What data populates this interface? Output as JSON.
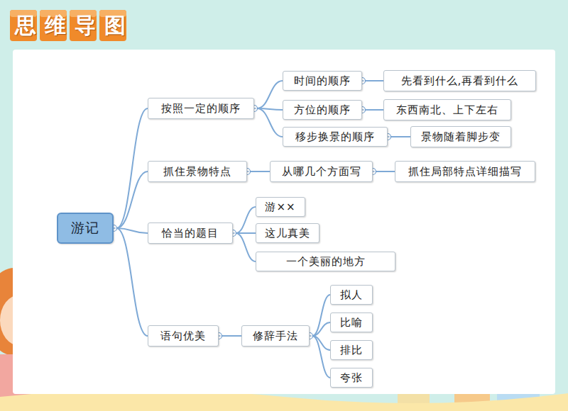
{
  "diagram": {
    "title": "思维导图",
    "nodes": [
      {
        "text": [
          "游记"
        ]
      },
      {
        "text": [
          "按照一定的顺序"
        ]
      },
      {
        "text": [
          "时间的顺序"
        ]
      },
      {
        "text": [
          "先看到什么,再看到什么"
        ]
      },
      {
        "text": [
          "方位的顺序"
        ]
      },
      {
        "text": [
          "东西南北、上下左右"
        ]
      },
      {
        "text": [
          "移步换景的顺序"
        ]
      },
      {
        "text": [
          "景物随着脚步变"
        ]
      },
      {
        "text": [
          "抓住景物特点"
        ]
      },
      {
        "text": [
          "从哪几个方面写"
        ]
      },
      {
        "text": [
          "抓住局部特点详细描写"
        ]
      },
      {
        "text": [
          "恰当的题目"
        ]
      },
      {
        "text": [
          "游××"
        ]
      },
      {
        "text": [
          "这儿真美"
        ]
      },
      {
        "text": [
          "一个美丽的地方"
        ]
      },
      {
        "text": [
          "语句优美"
        ]
      },
      {
        "text": [
          "修辞手法"
        ]
      },
      {
        "text": [
          "拟人"
        ]
      },
      {
        "text": [
          "比喻"
        ]
      },
      {
        "text": [
          "排比"
        ]
      },
      {
        "text": [
          "夸张"
        ]
      }
    ],
    "edges": [
      {
        "from": 0,
        "to": 1,
        "arrow": "none"
      },
      {
        "from": 0,
        "to": 8,
        "arrow": "none"
      },
      {
        "from": 0,
        "to": 11,
        "arrow": "none"
      },
      {
        "from": 0,
        "to": 15,
        "arrow": "none"
      },
      {
        "from": 1,
        "to": 2,
        "arrow": "none"
      },
      {
        "from": 1,
        "to": 4,
        "arrow": "none"
      },
      {
        "from": 1,
        "to": 6,
        "arrow": "none"
      },
      {
        "from": 2,
        "to": 3,
        "arrow": "none"
      },
      {
        "from": 4,
        "to": 5,
        "arrow": "none"
      },
      {
        "from": 6,
        "to": 7,
        "arrow": "none"
      },
      {
        "from": 8,
        "to": 9,
        "arrow": "none"
      },
      {
        "from": 9,
        "to": 10,
        "arrow": "none"
      },
      {
        "from": 11,
        "to": 12,
        "arrow": "none"
      },
      {
        "from": 11,
        "to": 13,
        "arrow": "none"
      },
      {
        "from": 11,
        "to": 14,
        "arrow": "none"
      },
      {
        "from": 15,
        "to": 16,
        "arrow": "none"
      },
      {
        "from": 16,
        "to": 17,
        "arrow": "none"
      },
      {
        "from": 16,
        "to": 18,
        "arrow": "none"
      },
      {
        "from": 16,
        "to": 19,
        "arrow": "none"
      },
      {
        "from": 16,
        "to": 20,
        "arrow": "none"
      }
    ]
  }
}
